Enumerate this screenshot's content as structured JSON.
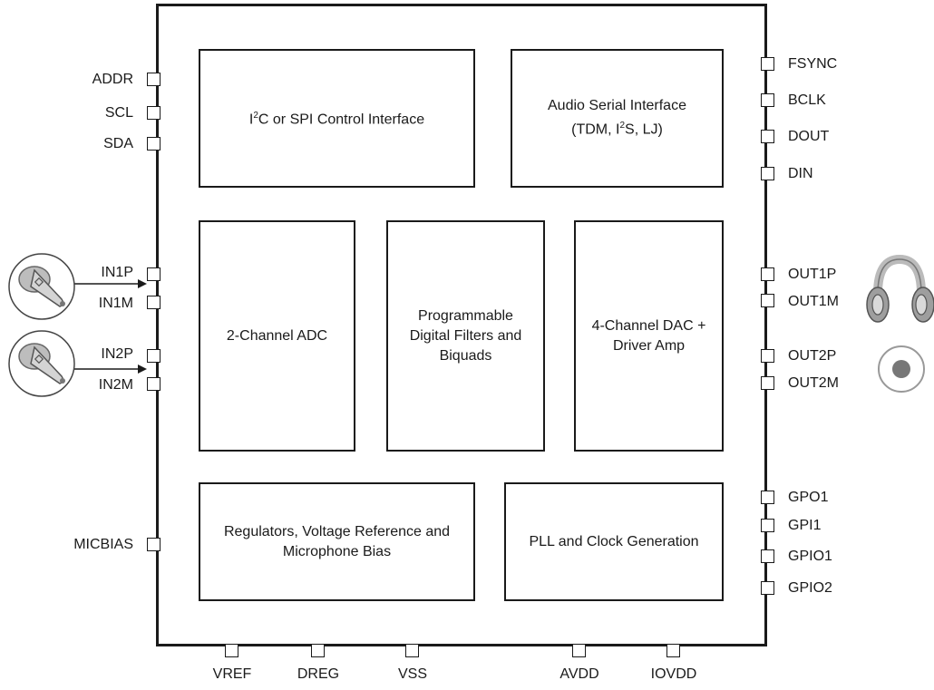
{
  "blocks": {
    "control": {
      "pre": "I",
      "sup": "2",
      "post": "C or SPI Control Interface"
    },
    "audio_serial": {
      "line1": "Audio Serial Interface",
      "line2_pre": "(TDM, I",
      "line2_sup": "2",
      "line2_post": "S, LJ)"
    },
    "adc": "2-Channel ADC",
    "filters": "Programmable\nDigital Filters and\nBiquads",
    "dac": "4-Channel DAC +\nDriver Amp",
    "regulators": "Regulators, Voltage Reference and\nMicrophone Bias",
    "pll": "PLL and Clock Generation"
  },
  "pins": {
    "left": [
      "ADDR",
      "SCL",
      "SDA",
      "IN1P",
      "IN1M",
      "IN2P",
      "IN2M",
      "MICBIAS"
    ],
    "right": [
      "FSYNC",
      "BCLK",
      "DOUT",
      "DIN",
      "OUT1P",
      "OUT1M",
      "OUT2P",
      "OUT2M",
      "GPO1",
      "GPI1",
      "GPIO1",
      "GPIO2"
    ],
    "bottom": [
      "VREF",
      "DREG",
      "VSS",
      "AVDD",
      "IOVDD"
    ]
  },
  "icons": [
    "microphone-icon",
    "microphone-icon",
    "headphones-icon",
    "speaker-icon"
  ]
}
